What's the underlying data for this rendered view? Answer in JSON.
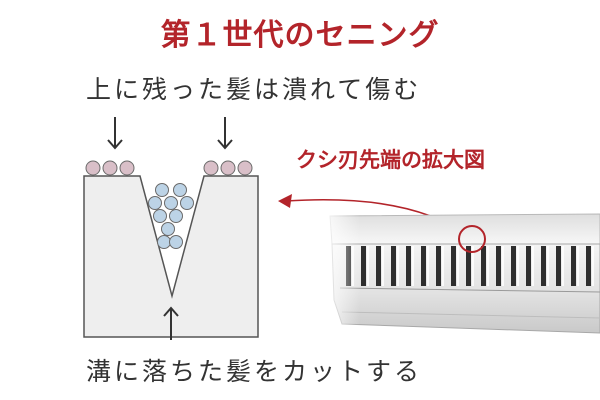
{
  "title": "第１世代のセニング",
  "labels": {
    "top": "上に残った髪は潰れて傷む",
    "bottom": "溝に落ちた髪をカットする",
    "callout": "クシ刃先端の拡大図"
  },
  "colors": {
    "accent": "#b3242a",
    "text": "#333333",
    "hair_top": "#d9bfc8",
    "hair_groove": "#bcd3e6",
    "blade_fill": "#eeeeee",
    "blade_stroke": "#555555"
  },
  "icons": {
    "down_arrow": "down-arrow-icon",
    "up_arrow": "up-arrow-icon",
    "callout_arrow": "callout-arrow-icon",
    "magnify_circle": "magnify-circle-icon"
  }
}
